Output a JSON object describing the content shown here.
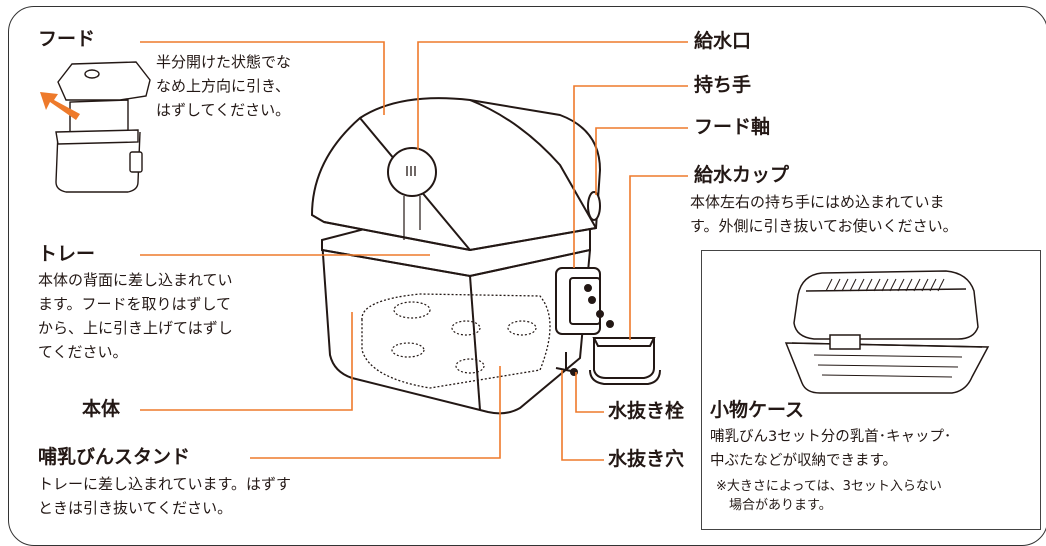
{
  "colors": {
    "leader": "#ee7a2b",
    "line": "#231815"
  },
  "labels": {
    "hood": "フード",
    "water_inlet": "給水口",
    "handle": "持ち手",
    "hood_axis": "フード軸",
    "water_cup": "給水カップ",
    "tray": "トレー",
    "body": "本体",
    "bottle_stand": "哺乳びんスタンド",
    "drain_plug": "水抜き栓",
    "drain_hole": "水抜き穴",
    "small_case": "小物ケース"
  },
  "descriptions": {
    "hood": [
      "半分開けた状態でな",
      "なめ上方向に引き、",
      "はずしてください。"
    ],
    "water_cup": [
      "本体左右の持ち手にはめ込まれていま",
      "す。外側に引き抜いてお使いください。"
    ],
    "tray": [
      "本体の背面に差し込まれてい",
      "ます。フードを取りはずして",
      "から、上に引き上げてはずし",
      "てください。"
    ],
    "bottle_stand": [
      "トレーに差し込まれています。はずす",
      "ときは引き抜いてください。"
    ],
    "small_case": [
      "哺乳びん3セット分の乳首･キャップ･",
      "中ぶたなどが収納できます。"
    ],
    "small_case_note": [
      "※大きさによっては、3セット入らない",
      "　場合があります。"
    ]
  }
}
